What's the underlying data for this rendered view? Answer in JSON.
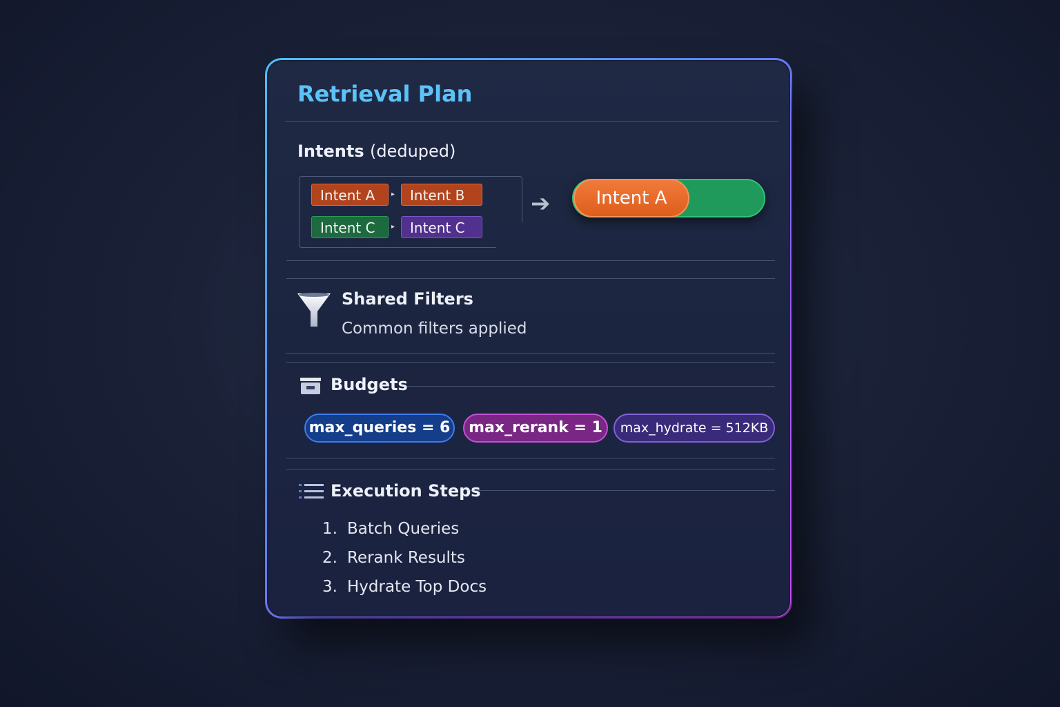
{
  "title": "Retrieval Plan",
  "intents": {
    "heading": "Intents",
    "heading_note": "(deduped)",
    "tags": [
      {
        "label": "Intent A",
        "color": "#b2441d"
      },
      {
        "label": "Intent B",
        "color": "#b2441d"
      },
      {
        "label": "Intent C",
        "color": "#1d6a3e"
      },
      {
        "label": "Intent C",
        "color": "#51308e"
      }
    ],
    "result_label": "Intent A",
    "result_colors": {
      "knob": "#de5e1d",
      "track": "#1f9a5a"
    }
  },
  "shared_filters": {
    "icon": "funnel-icon",
    "heading": "Shared Filters",
    "subtitle": "Common filters applied"
  },
  "budgets": {
    "icon": "inbox-icon",
    "heading": "Budgets",
    "items": [
      {
        "label": "max_queries = 6",
        "color": "#143d8a"
      },
      {
        "label": "max_rerank = 1",
        "color": "#7a2684"
      },
      {
        "label": "max_hydrate = 512KB",
        "color": "#3a2a7a"
      }
    ]
  },
  "execution": {
    "icon": "list-icon",
    "heading": "Execution Steps",
    "steps": [
      {
        "num": "1.",
        "label": "Batch Queries"
      },
      {
        "num": "2.",
        "label": "Rerank Results"
      },
      {
        "num": "3.",
        "label": "Hydrate Top Docs"
      }
    ]
  }
}
